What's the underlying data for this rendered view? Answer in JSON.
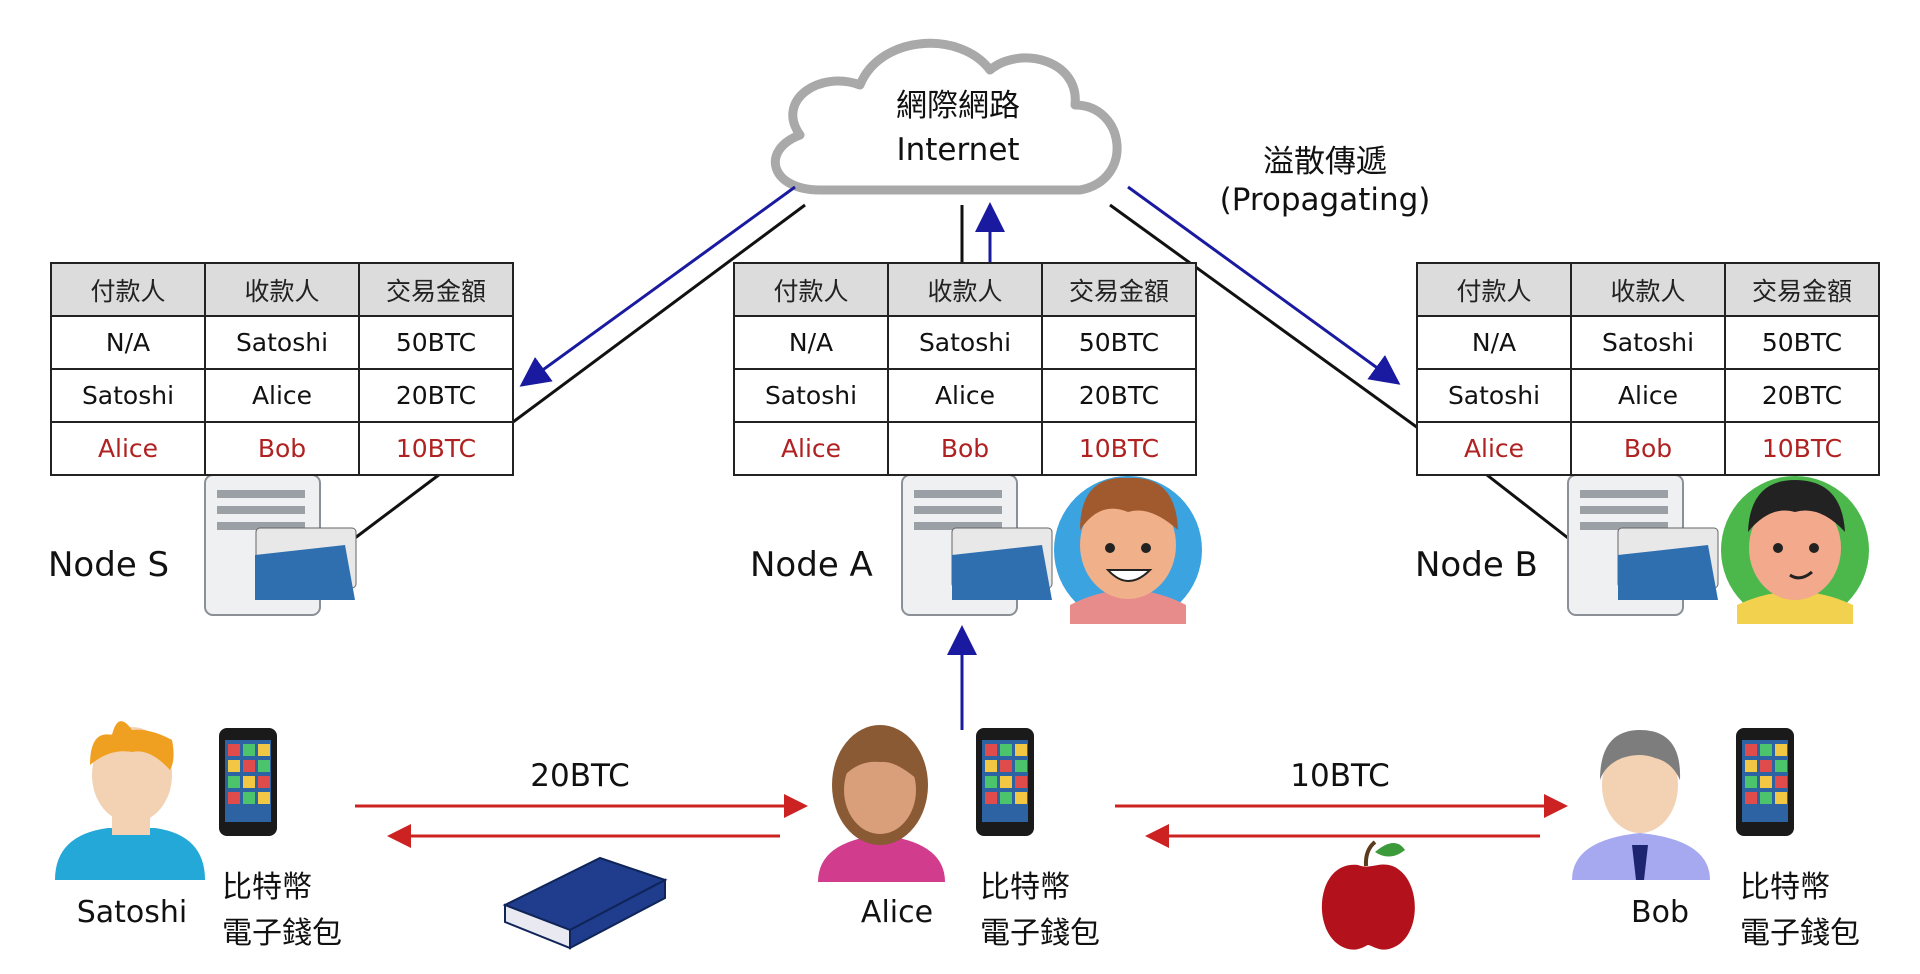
{
  "internet": {
    "label_zh": "網際網路",
    "label_en": "Internet"
  },
  "propagating": {
    "label_zh": "溢散傳遞",
    "label_en": "(Propagating)"
  },
  "ledger": {
    "headers": [
      "付款人",
      "收款人",
      "交易金額"
    ],
    "rows": [
      [
        "N/A",
        "Satoshi",
        "50BTC"
      ],
      [
        "Satoshi",
        "Alice",
        "20BTC"
      ],
      [
        "Alice",
        "Bob",
        "10BTC"
      ]
    ]
  },
  "nodes": [
    {
      "label": "Node S"
    },
    {
      "label": "Node A"
    },
    {
      "label": "Node B"
    }
  ],
  "users": [
    {
      "name": "Satoshi"
    },
    {
      "name": "Alice"
    },
    {
      "name": "Bob"
    }
  ],
  "wallet": {
    "line1": "比特幣",
    "line2": "電子錢包"
  },
  "transfers": [
    {
      "amount": "20BTC"
    },
    {
      "amount": "10BTC"
    }
  ],
  "colors": {
    "ledger_header_bg": "#dcdcdc",
    "highlight_red": "#b02121",
    "propagate_arrow": "#1a1aa0",
    "transfer_arrow": "#cc2222"
  }
}
